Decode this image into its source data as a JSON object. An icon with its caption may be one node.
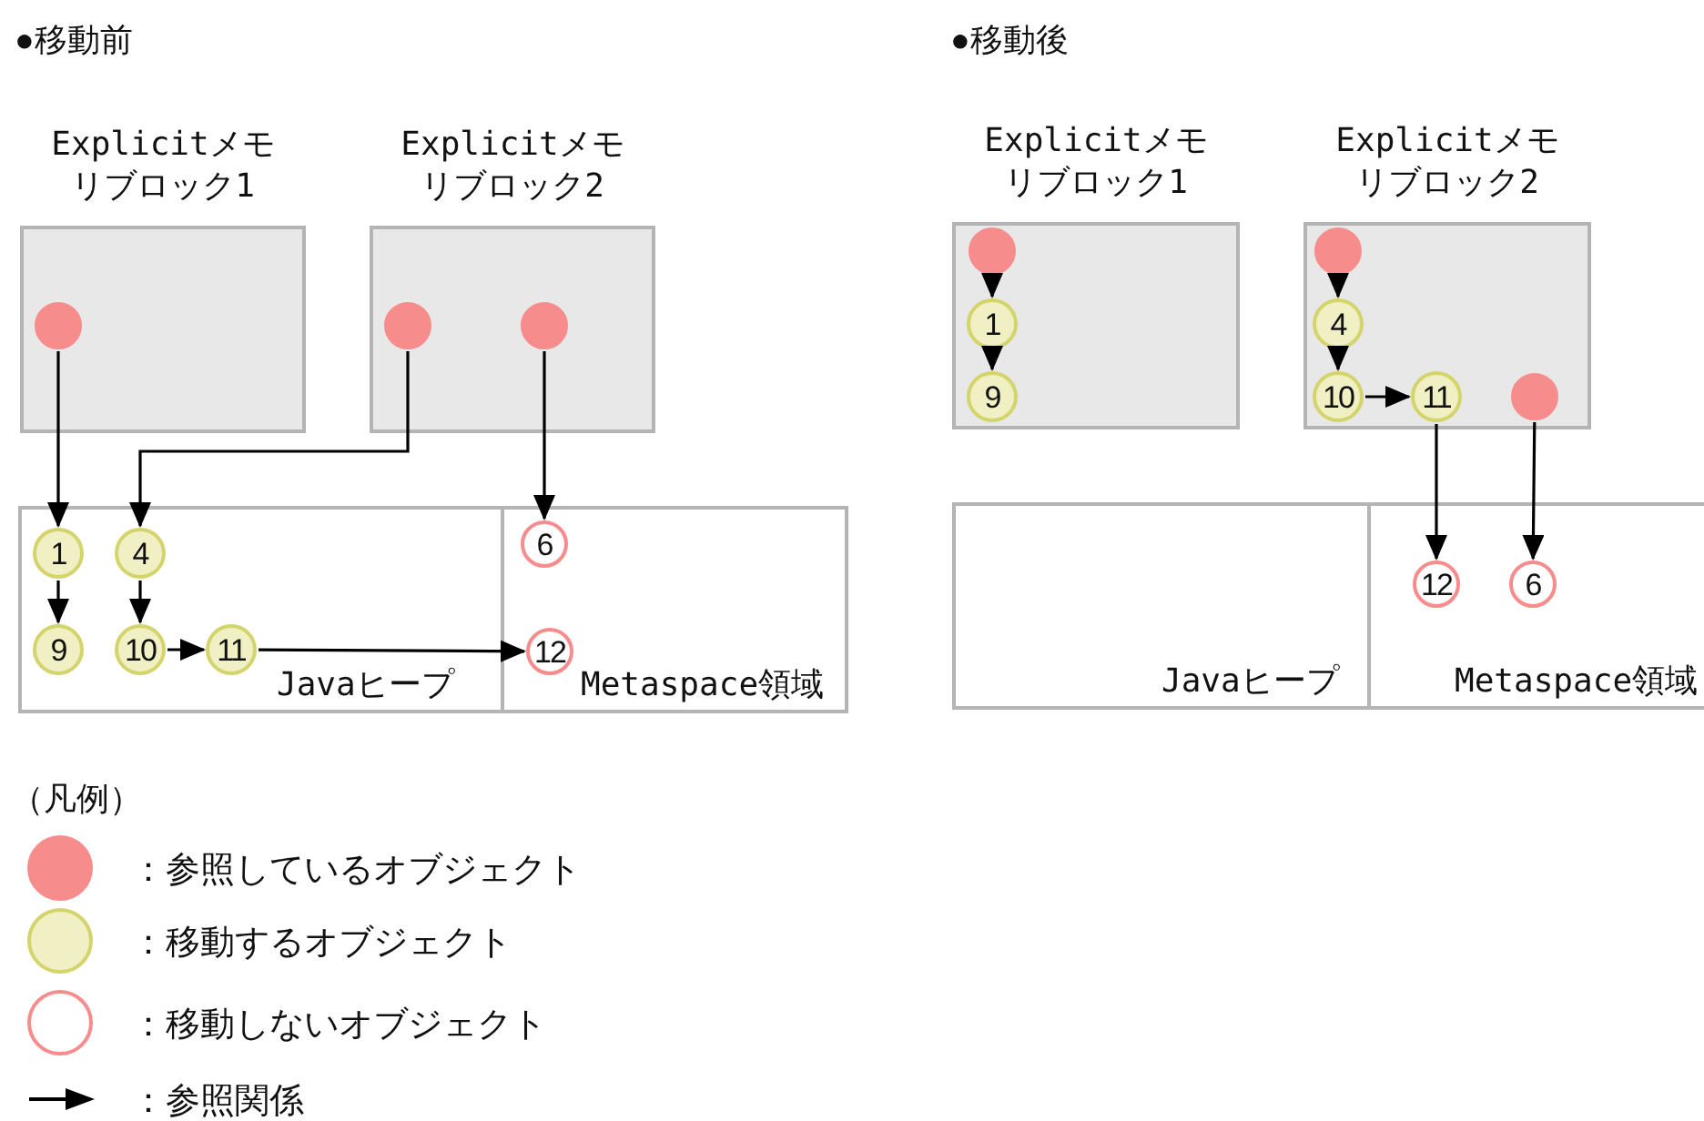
{
  "diagram": {
    "nodes": [
      {
        "text": [
          "Explicitメモリブロック1"
        ]
      },
      {
        "text": [
          "Explicitメモリブロック2"
        ]
      },
      {
        "text": [
          "Javaヒープ"
        ]
      },
      {
        "text": [
          "Metaspace領域"
        ]
      },
      {
        "text": [],
        "shape": "circle",
        "in": 0
      },
      {
        "text": [],
        "shape": "circle",
        "in": 1
      },
      {
        "text": [],
        "shape": "circle",
        "in": 1
      },
      {
        "text": [
          "1"
        ],
        "in": 2
      },
      {
        "text": [
          "4"
        ],
        "in": 2
      },
      {
        "text": [
          "9"
        ],
        "in": 2
      },
      {
        "text": [
          "10"
        ],
        "in": 2
      },
      {
        "text": [
          "11"
        ],
        "in": 2
      },
      {
        "text": [
          "6"
        ],
        "in": 3
      },
      {
        "text": [
          "12"
        ],
        "in": 3
      },
      {
        "text": [
          "Explicitメモリブロック1"
        ]
      },
      {
        "text": [
          "Explicitメモリブロック2"
        ]
      },
      {
        "text": [
          "Javaヒープ"
        ]
      },
      {
        "text": [
          "Metaspace領域"
        ]
      },
      {
        "text": [],
        "shape": "circle",
        "in": 14
      },
      {
        "text": [
          "1"
        ],
        "in": 14
      },
      {
        "text": [
          "9"
        ],
        "in": 14
      },
      {
        "text": [],
        "shape": "circle",
        "in": 15
      },
      {
        "text": [
          "4"
        ],
        "in": 15
      },
      {
        "text": [
          "10"
        ],
        "in": 15
      },
      {
        "text": [
          "11"
        ],
        "in": 15
      },
      {
        "text": [],
        "shape": "circle",
        "in": 15
      },
      {
        "text": [
          "12"
        ],
        "in": 17
      },
      {
        "text": [
          "6"
        ],
        "in": 17
      }
    ],
    "edges": [
      {
        "from": 4,
        "to": 7,
        "arrow": "to"
      },
      {
        "from": 5,
        "to": 8,
        "arrow": "to"
      },
      {
        "from": 6,
        "to": 12,
        "arrow": "to"
      },
      {
        "from": 7,
        "to": 9,
        "arrow": "to"
      },
      {
        "from": 8,
        "to": 10,
        "arrow": "to"
      },
      {
        "from": 10,
        "to": 11,
        "arrow": "to"
      },
      {
        "from": 11,
        "to": 13,
        "arrow": "to"
      },
      {
        "from": 18,
        "to": 19,
        "arrow": "to"
      },
      {
        "from": 19,
        "to": 20,
        "arrow": "to"
      },
      {
        "from": 21,
        "to": 22,
        "arrow": "to"
      },
      {
        "from": 22,
        "to": 23,
        "arrow": "to"
      },
      {
        "from": 23,
        "to": 24,
        "arrow": "to"
      },
      {
        "from": 24,
        "to": 26,
        "arrow": "to"
      },
      {
        "from": 25,
        "to": 27,
        "arrow": "to"
      }
    ],
    "labels": [
      "●移動前",
      "●移動後",
      "（凡例）"
    ],
    "legend": [
      {
        "text": "：参照しているオブジェクト",
        "color": "#f78c8c"
      },
      {
        "text": "：移動するオブジェクト",
        "color": "#f0f0c4"
      },
      {
        "text": "：移動しないオブジェクト"
      },
      {
        "text": "：参照関係"
      }
    ]
  }
}
